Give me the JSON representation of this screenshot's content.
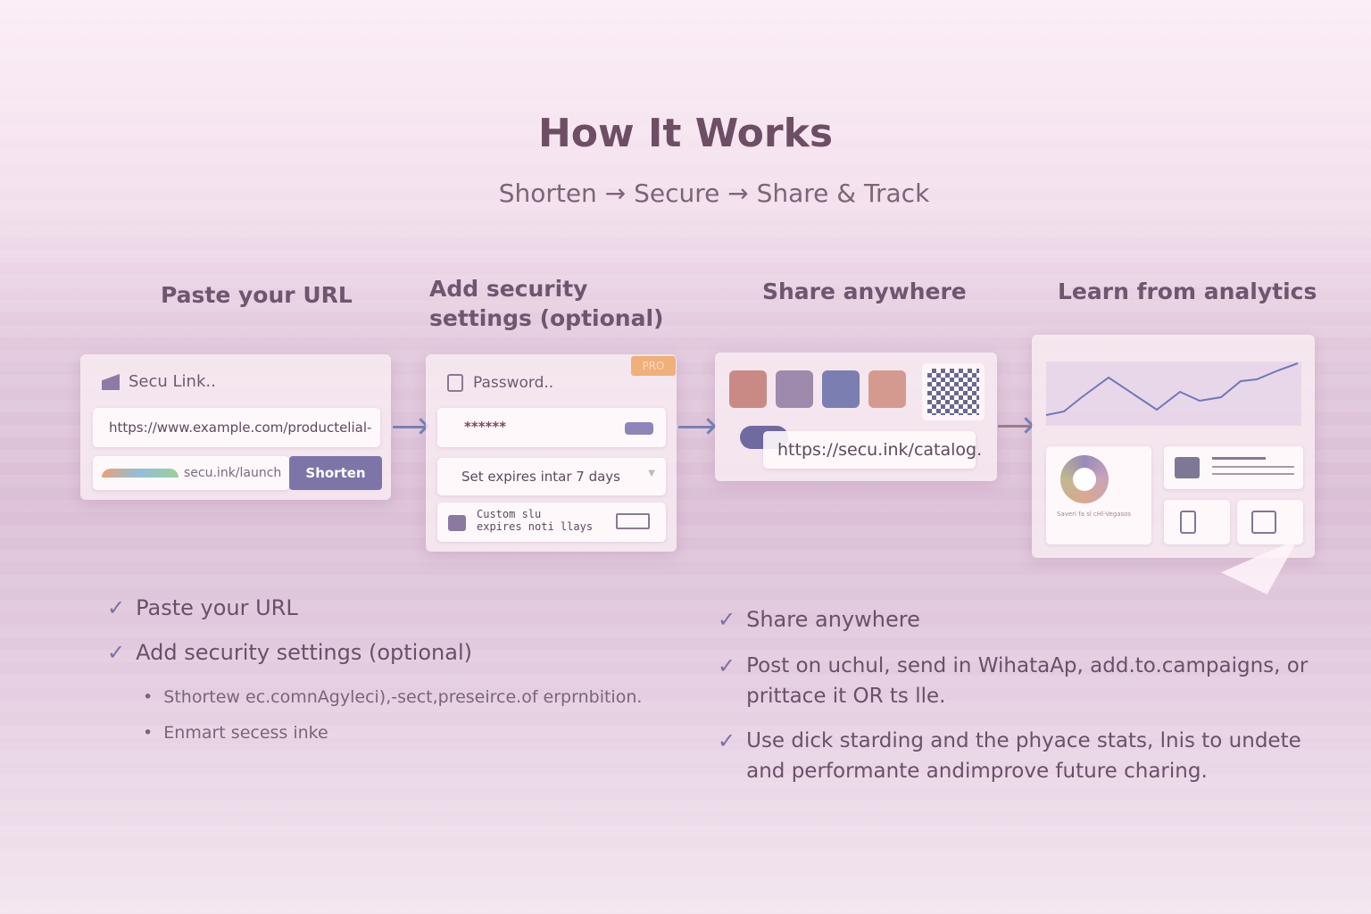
{
  "title": "How It Works",
  "subtitle": "Shorten → Secure → Share & Track",
  "steps": [
    "Paste your URL",
    "Add security settings (optional)",
    "Share anywhere",
    "Learn from analytics"
  ],
  "card1": {
    "header": "Secu Link..",
    "url_value": "https://www.example.com/productelial-",
    "short_link": "secu.ink/launch",
    "button": "Shorten"
  },
  "card2": {
    "badge": "PRO",
    "header": "Password..",
    "password_value": "******",
    "expiry_select": "Set expires intar 7 days",
    "custom_line1": "Custom slu",
    "custom_line2": "expires noti llays"
  },
  "card3": {
    "icons": [
      "cloud-icon",
      "user-icon",
      "list-icon",
      "mail-icon"
    ],
    "short_url": "https://secu.ink/catalog."
  },
  "card4": {
    "donut_caption": "Saveri fa sl cHl-Vegasos"
  },
  "checklist_left": [
    "Paste your URL",
    "Add security settings (optional)"
  ],
  "bullets": [
    "Sthortew ec.comnAgyleci),-sect,preseirce.of erprnbition.",
    "Enmart secess inke"
  ],
  "checklist_right": [
    "Share anywhere",
    "Post on uchul, send in WihataAp, add.to.campaigns, or prittace it OR ts lle.",
    "Use dick starding and the phyace stats, lnis to undete and performante andimprove future charing."
  ],
  "colors": {
    "accent": "#7d75a8",
    "title": "#6e4e64",
    "pro_badge": "#f0b07a"
  }
}
